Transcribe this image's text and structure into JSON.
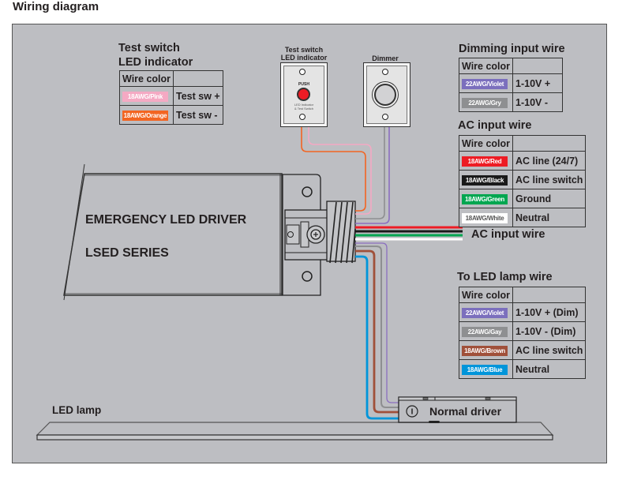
{
  "title": "Wiring diagram",
  "test_switch_table": {
    "heading_line1": "Test switch",
    "heading_line2": "LED indicator",
    "header": "Wire color",
    "rows": [
      {
        "swatch": "18AWG/Pink",
        "color": "#f4a9c3",
        "text_color": "#ffffff",
        "label": "Test sw +"
      },
      {
        "swatch": "18AWG/Orange",
        "color": "#f26522",
        "text_color": "#ffffff",
        "label": "Test sw -"
      }
    ]
  },
  "dimming_table": {
    "heading": "Dimming input wire",
    "header": "Wire color",
    "rows": [
      {
        "swatch": "22AWG/Violet",
        "color": "#7b6fbd",
        "text_color": "#ffffff",
        "label": "1-10V +"
      },
      {
        "swatch": "22AWG/Gry",
        "color": "#8e8f91",
        "text_color": "#ffffff",
        "label": "1-10V -"
      }
    ]
  },
  "ac_table": {
    "heading": "AC input wire",
    "header": "Wire color",
    "rows": [
      {
        "swatch": "18AWG/Red",
        "color": "#ed1c24",
        "text_color": "#ffffff",
        "label": "AC line (24/7)"
      },
      {
        "swatch": "18AWG/Black",
        "color": "#1a1a1a",
        "text_color": "#ffffff",
        "label": "AC line switch"
      },
      {
        "swatch": "18AWG/Green",
        "color": "#00a650",
        "text_color": "#ffffff",
        "label": "Ground"
      },
      {
        "swatch": "18AWG/White",
        "color": "#ffffff",
        "text_color": "#555555",
        "label": "Neutral"
      }
    ]
  },
  "lamp_table": {
    "heading": "To LED lamp wire",
    "header": "Wire color",
    "rows": [
      {
        "swatch": "22AWG/Violet",
        "color": "#7b6fbd",
        "text_color": "#ffffff",
        "label": "1-10V + (Dim)"
      },
      {
        "swatch": "22AWG/Gay",
        "color": "#8e8f91",
        "text_color": "#ffffff",
        "label": "1-10V - (Dim)"
      },
      {
        "swatch": "18AWG/Brown",
        "color": "#a0503a",
        "text_color": "#ffffff",
        "label": "AC line switch"
      },
      {
        "swatch": "18AWG/Blue",
        "color": "#0095da",
        "text_color": "#ffffff",
        "label": "Neutral"
      }
    ]
  },
  "devices": {
    "test_switch_label_line1": "Test switch",
    "test_switch_label_line2": "LED indicator",
    "push_label": "PUSH",
    "led_caption_line1": "LED Indicator",
    "led_caption_line2": "& Test Switch",
    "dimmer_label": "Dimmer"
  },
  "driver": {
    "line1": "EMERGENCY LED DRIVER",
    "line2": "LSED SERIES"
  },
  "ac_input_label": "AC input wire",
  "led_lamp_label": "LED lamp",
  "normal_driver_label": "Normal driver",
  "wire_colors": {
    "pink": "#f4a9c3",
    "orange": "#f26522",
    "gray": "#8e8f91",
    "violet": "#8b6fc0",
    "red": "#ed1c24",
    "black": "#1a1a1a",
    "green": "#00a650",
    "white": "#ffffff",
    "brown": "#a0503a",
    "blue": "#0095da"
  }
}
